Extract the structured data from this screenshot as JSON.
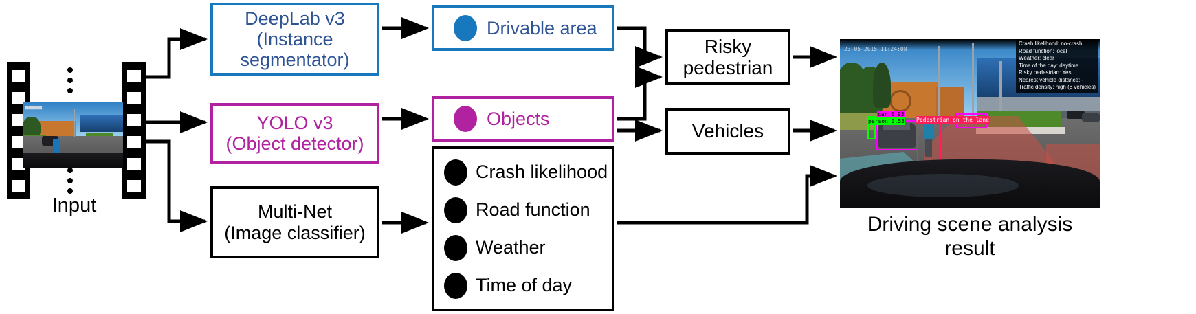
{
  "diagram": {
    "title": "Driving scene analysis pipeline",
    "colors": {
      "blue": "#1878be",
      "blue_text": "#2f5496",
      "magenta": "#b0229f",
      "black": "#000000",
      "background": "#ffffff"
    }
  },
  "input": {
    "caption": "Input",
    "ellipsis_top": "vertical-ellipsis",
    "ellipsis_bottom": "vertical-ellipsis"
  },
  "models": [
    {
      "id": "deeplab",
      "line1": "DeepLab v3",
      "line2": "(Instance",
      "line3": "segmentator)",
      "color": "#1878be"
    },
    {
      "id": "yolo",
      "line1": "YOLO v3",
      "line2": "(Object detector)",
      "line3": "",
      "color": "#b0229f"
    },
    {
      "id": "multinet",
      "line1": "Multi-Net",
      "line2": "(Image classifier)",
      "line3": "",
      "color": "#000000"
    }
  ],
  "outputs": {
    "drivable": {
      "label": "Drivable area",
      "color": "#1878be"
    },
    "objects": {
      "label": "Objects",
      "color": "#b0229f"
    },
    "classifier_list": {
      "items": [
        {
          "label": "Crash likelihood"
        },
        {
          "label": "Road function"
        },
        {
          "label": "Weather"
        },
        {
          "label": "Time of day"
        }
      ]
    }
  },
  "decisions": [
    {
      "id": "risky",
      "line1": "Risky",
      "line2": "pedestrian"
    },
    {
      "id": "vehicles",
      "line1": "Vehicles",
      "line2": ""
    }
  ],
  "result": {
    "caption_line1": "Driving scene analysis",
    "caption_line2": "result",
    "timestamp": "23-05-2015 11:24:08",
    "overlay_lines": [
      "Crash likelihood: no-crash",
      "Road function: local",
      "Weather: clear",
      "Time of the day: daytime",
      "Risky pedestrian: Yes",
      "Nearest vehicle distance: -",
      "Traffic density: high (8 vehicles)"
    ],
    "detections": [
      {
        "label": "car 0.93",
        "color": "#ff00ff"
      },
      {
        "label": "person 0.53",
        "color": "#00ff00"
      },
      {
        "label": "Pedestrian on the lane",
        "color": "#ff1f5a"
      }
    ]
  }
}
